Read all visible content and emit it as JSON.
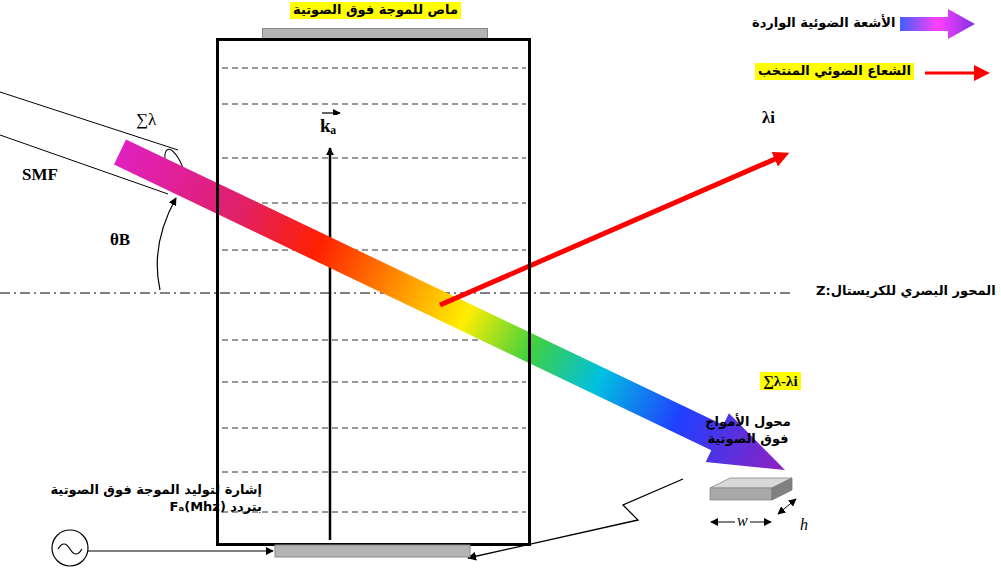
{
  "diagram": {
    "nodes": [
      {
        "text": [
          "ماص للموجة فوق الصوتية"
        ]
      },
      {
        "text": [
          "kₐ"
        ]
      },
      {
        "text": [
          "محول الأمواج فوق الصوتية"
        ]
      }
    ],
    "edges": [
      {
        "from": 2,
        "to": 1,
        "arrow": "to"
      }
    ],
    "labels": [
      "SMF",
      "∑λ",
      "θB",
      "λi",
      "Z:المحور البصري للكريستال",
      "∑λ-λi",
      "إشارة لتوليد الموجة فوق الصوتية بتردد Fₐ(Mhz)",
      "w",
      "h"
    ],
    "legend": [
      {
        "text": "الأشعة الضوئية الواردة"
      },
      {
        "text": "الشعاع الضوئي المنتخب"
      }
    ]
  }
}
